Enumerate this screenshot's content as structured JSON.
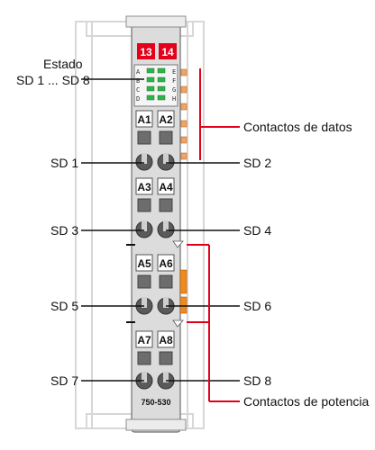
{
  "module": {
    "model": "750-530",
    "top_tags": [
      "13",
      "14"
    ],
    "led_letters_left": [
      "A",
      "B",
      "C",
      "D"
    ],
    "led_letters_right": [
      "E",
      "F",
      "G",
      "H"
    ],
    "terminal_tags": [
      "A1",
      "A2",
      "A3",
      "A4",
      "A5",
      "A6",
      "A7",
      "A8"
    ]
  },
  "labels": {
    "estado": "Estado",
    "sd_range": "SD 1 ... SD 8",
    "contactos_datos": "Contactos de datos",
    "contactos_potencia": "Contactos de potencia",
    "sd": [
      "SD 1",
      "SD 2",
      "SD 3",
      "SD 4",
      "SD 5",
      "SD 6",
      "SD 7",
      "SD 8"
    ]
  },
  "colors": {
    "accent_red": "#e2001a",
    "led_green": "#2fb24a",
    "contact_orange": "#f4a460",
    "power_orange": "#f08a1c",
    "housing": "#d9d9d9"
  }
}
